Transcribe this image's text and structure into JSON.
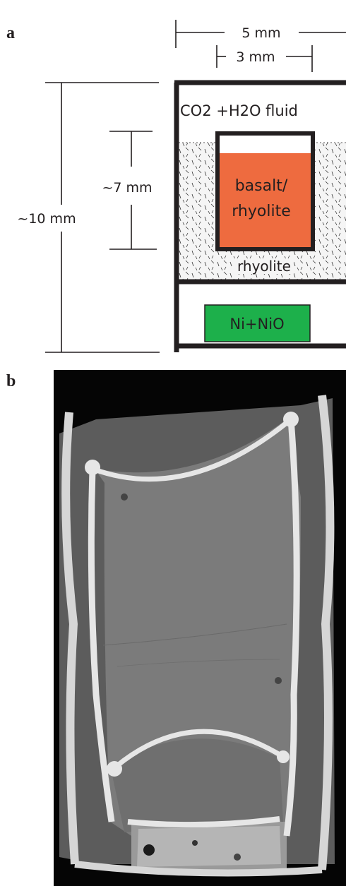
{
  "panel_a": {
    "letter": "a",
    "dimensions": {
      "outer_width": "5 mm",
      "inner_width": "3 mm",
      "inner_height": "~7 mm",
      "outer_height": "~10 mm"
    },
    "layers": {
      "fluid": "CO2 +H2O fluid",
      "inner_capsule": "basalt/\nrhyolite",
      "inner_capsule_line1": "basalt/",
      "inner_capsule_line2": "rhyolite",
      "powder": "rhyolite",
      "buffer": "Ni+NiO"
    },
    "colors": {
      "inner_capsule": "#ee6b3f",
      "buffer": "#1db04b",
      "outline": "#231f20",
      "powder_bg": "#f4f4f4"
    }
  },
  "panel_b": {
    "letter": "b",
    "colors": {
      "background": "#050505",
      "capsule_wall": "#d9d9d9",
      "glass": "#7a7a7a",
      "outer_gap": "#606060"
    }
  }
}
